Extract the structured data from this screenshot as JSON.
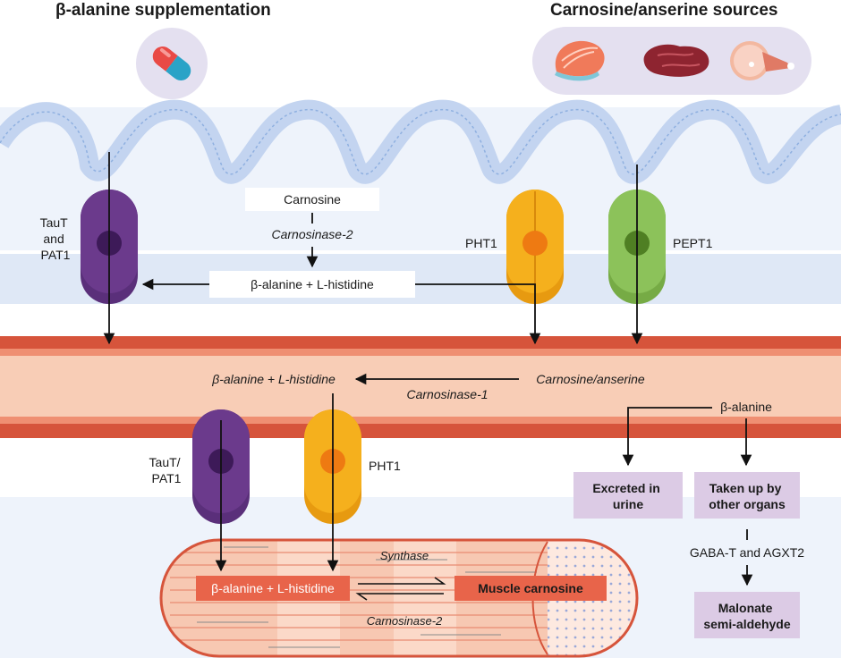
{
  "headings": {
    "left": "β-alanine supplementation",
    "right": "Carnosine/anserine sources"
  },
  "lumen": {
    "carnosine": "Carnosine",
    "enzyme": "Carnosinase-2",
    "products": "β-alanine + L-histidine"
  },
  "transporters": {
    "taut_pat1_top_lines": [
      "TauT",
      "and",
      "PAT1"
    ],
    "pht1_top": "PHT1",
    "pept1": "PEPT1",
    "taut_pat1_bottom_lines": [
      "TauT/",
      "PAT1"
    ],
    "pht1_bottom": "PHT1"
  },
  "blood": {
    "products": "β-alanine + L-histidine",
    "source": "Carnosine/anserine",
    "enzyme": "Carnosinase-1"
  },
  "muscle": {
    "substrates": "β-alanine + L-histidine",
    "synthase": "Synthase",
    "product": "Muscle carnosine",
    "enzyme": "Carnosinase-2"
  },
  "fate": {
    "beta_alanine": "β-alanine",
    "excreted_lines": [
      "Excreted in",
      "urine"
    ],
    "taken_up_lines": [
      "Taken up by",
      "other organs"
    ],
    "enzymes": "GABA-T and AGXT2",
    "malonate_lines": [
      "Malonate",
      "semi-aldehyde"
    ]
  },
  "colors": {
    "villi": "#bfd3f0",
    "lumen_band": "#dfe8f6",
    "vessel_wall": "#d6543b",
    "plasma": "#f8cdb6",
    "purple": "#6b3a8c",
    "orange": "#f5b01d",
    "green": "#8cc25a",
    "muscle_box": "#e8644a",
    "fate_box": "#dccbe5"
  },
  "icons": [
    "capsule-icon",
    "salmon-steak-icon",
    "beef-steak-icon",
    "ham-icon"
  ]
}
